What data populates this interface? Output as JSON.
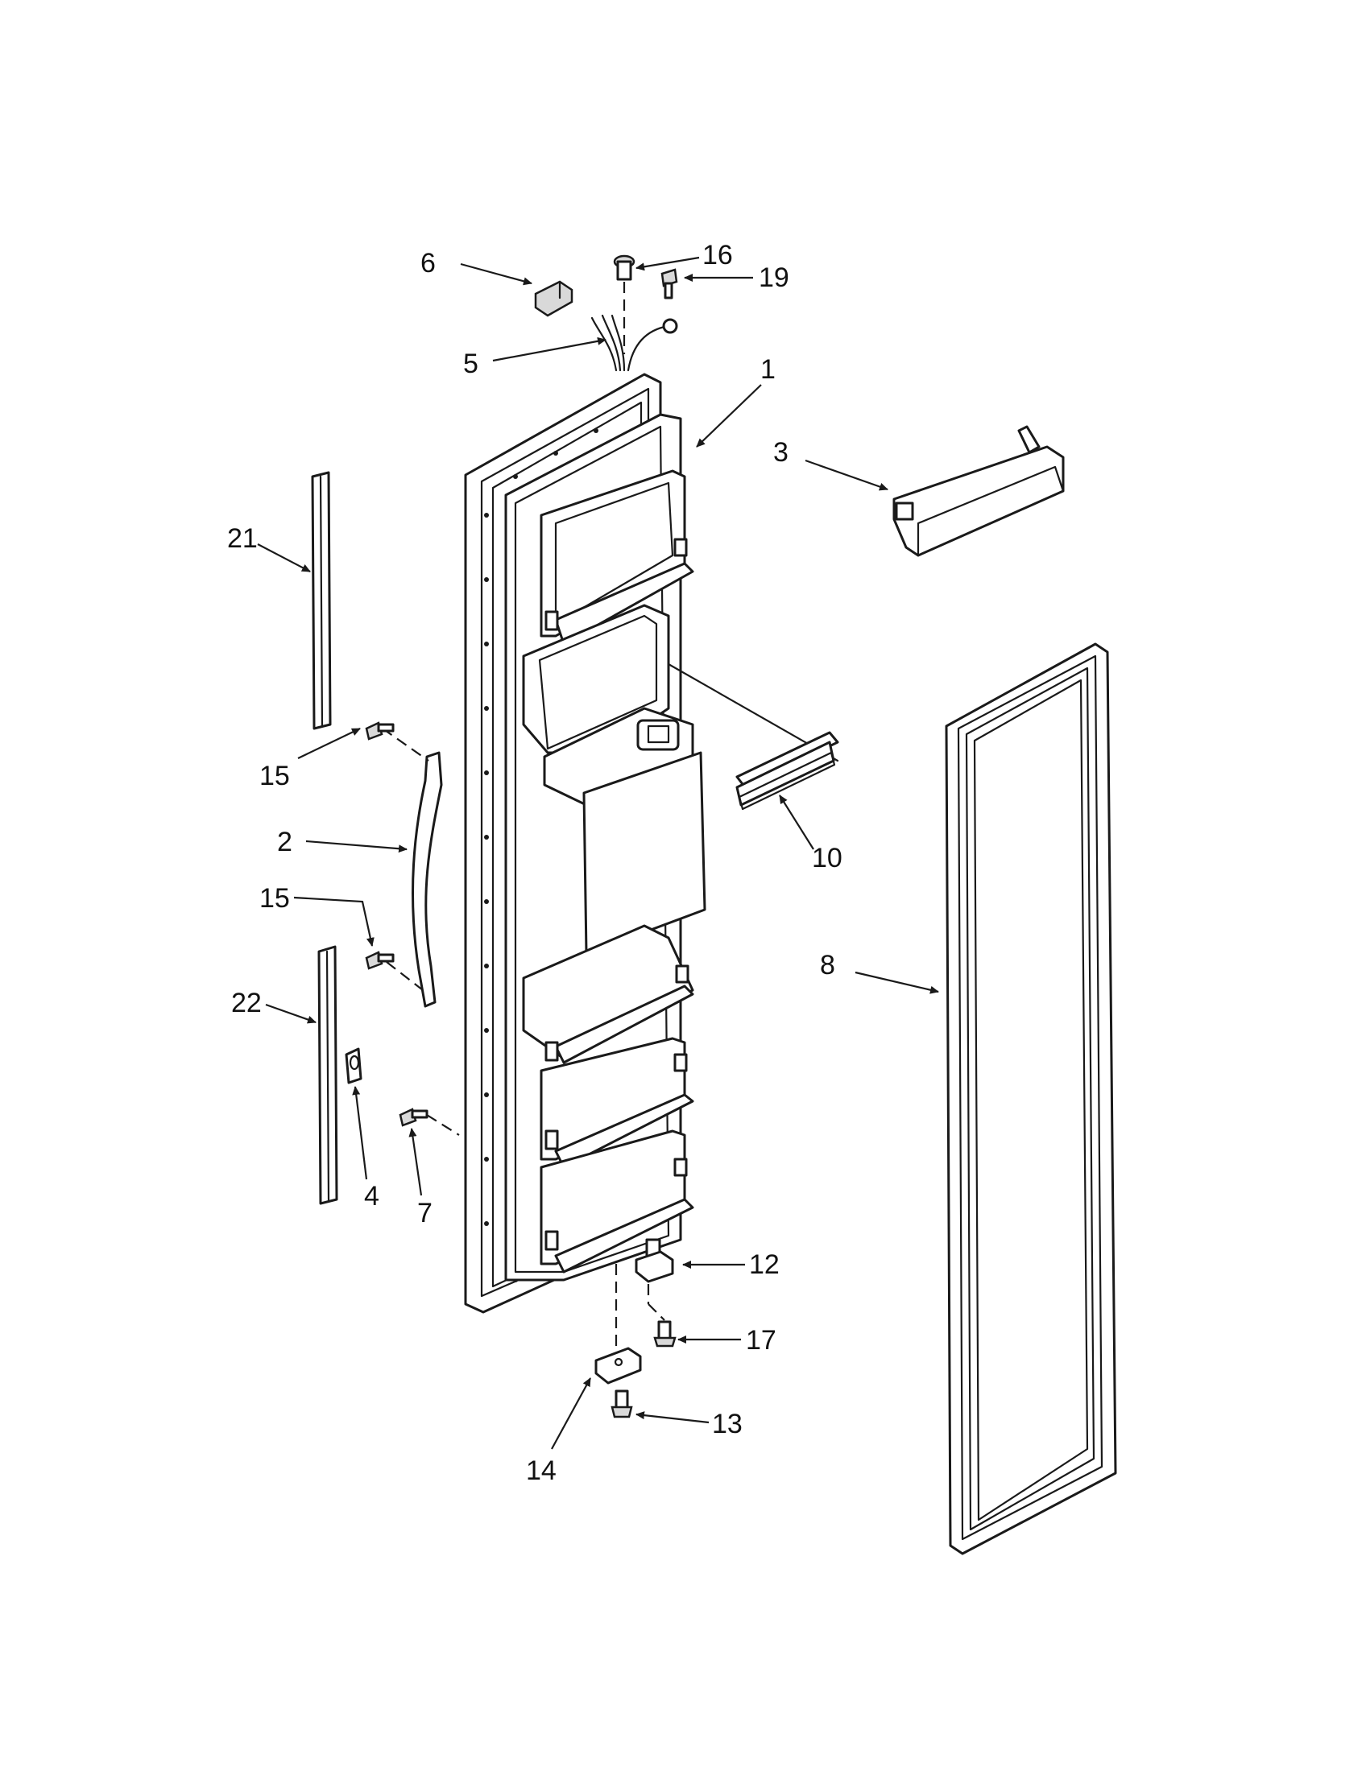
{
  "callouts": {
    "c1": "1",
    "c2": "2",
    "c3": "3",
    "c4": "4",
    "c5": "5",
    "c6": "6",
    "c7": "7",
    "c8": "8",
    "c10": "10",
    "c12": "12",
    "c13": "13",
    "c14": "14",
    "c15a": "15",
    "c15b": "15",
    "c16": "16",
    "c17": "17",
    "c19": "19",
    "c21": "21",
    "c22": "22"
  }
}
